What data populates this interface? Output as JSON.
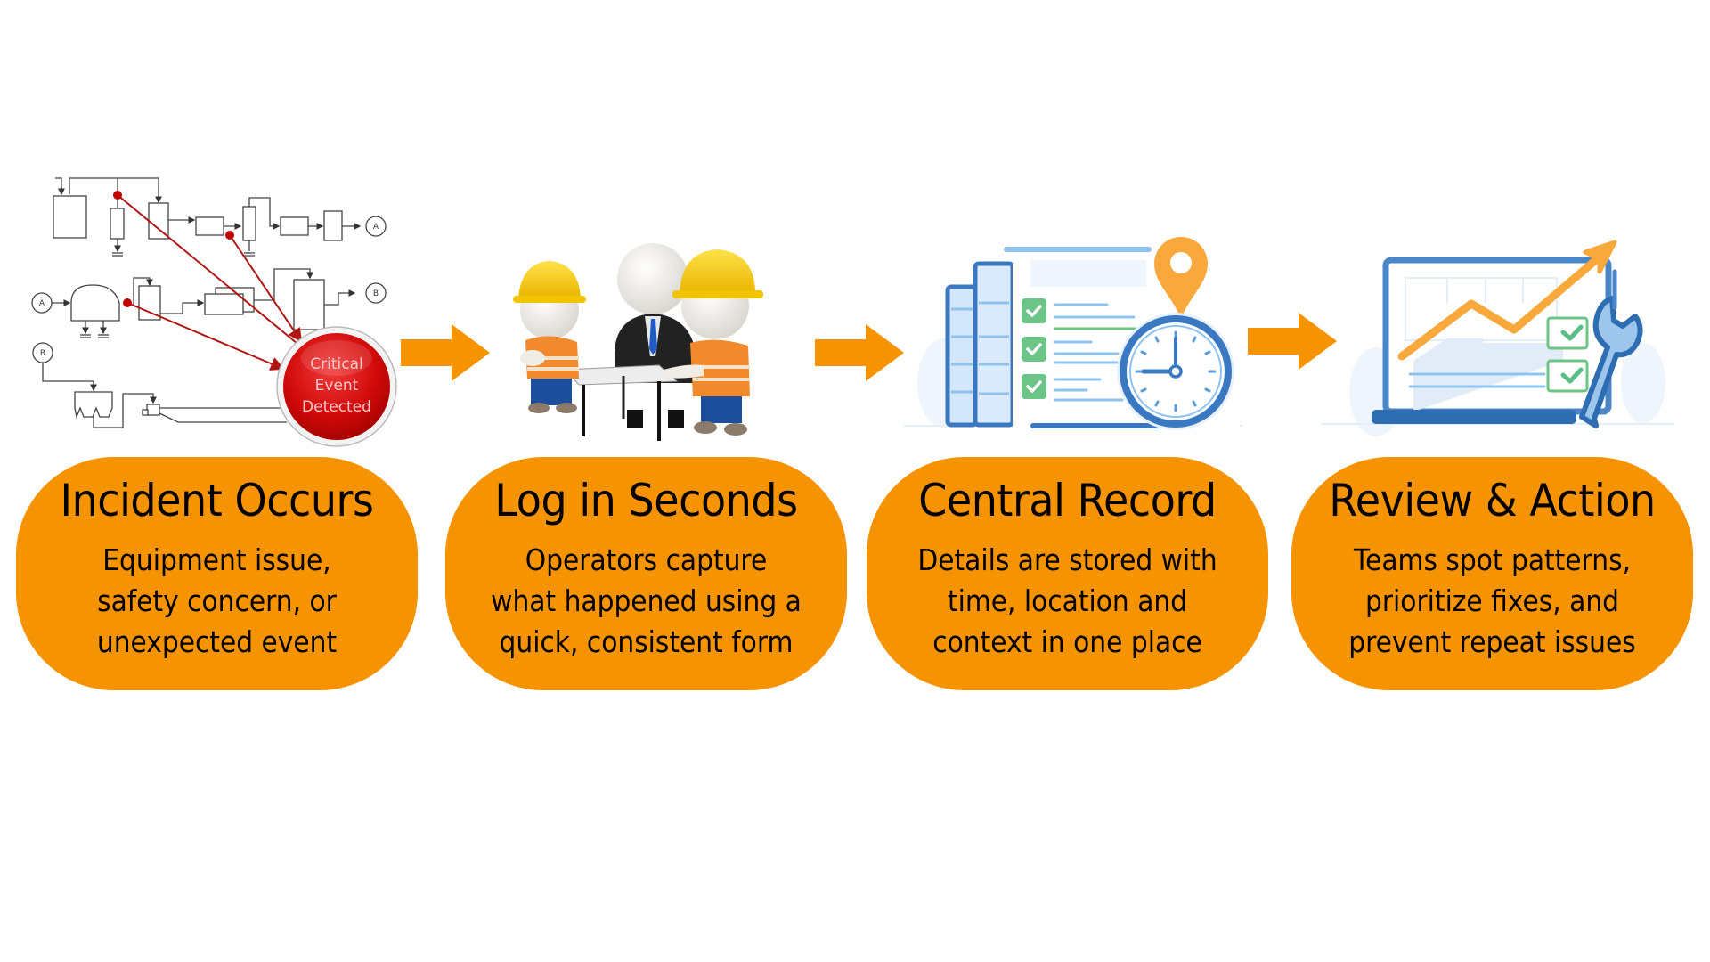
{
  "colors": {
    "accent_orange": "#F59300",
    "alert_red": "#D10A0A",
    "illustration_blue": "#3A78C2",
    "light_blue": "#8FC3EE",
    "check_green": "#6CC486",
    "pin_orange": "#F9A83C",
    "text": "#000000"
  },
  "steps": [
    {
      "title": "Incident Occurs",
      "lines": [
        "Equipment issue,",
        "safety concern, or",
        "unexpected event"
      ],
      "illustration": "process-schematic-with-alert",
      "badge": [
        "Critical",
        "Event",
        "Detected"
      ],
      "schematic_labels": [
        "A",
        "B",
        "A",
        "B"
      ]
    },
    {
      "title": "Log in Seconds",
      "lines": [
        "Operators capture",
        "what happened using a",
        "quick, consistent form"
      ],
      "illustration": "workers-meeting-at-table"
    },
    {
      "title": "Central Record",
      "lines": [
        "Details are stored with",
        "time, location and",
        "context in one place"
      ],
      "illustration": "records-checklist-clock-location-pin"
    },
    {
      "title": "Review & Action",
      "lines": [
        "Teams spot patterns,",
        "prioritize fixes, and",
        "prevent repeat issues"
      ],
      "illustration": "laptop-trend-chart-wrench"
    }
  ],
  "connectors": [
    "arrow-right-icon",
    "arrow-right-icon",
    "arrow-right-icon"
  ]
}
